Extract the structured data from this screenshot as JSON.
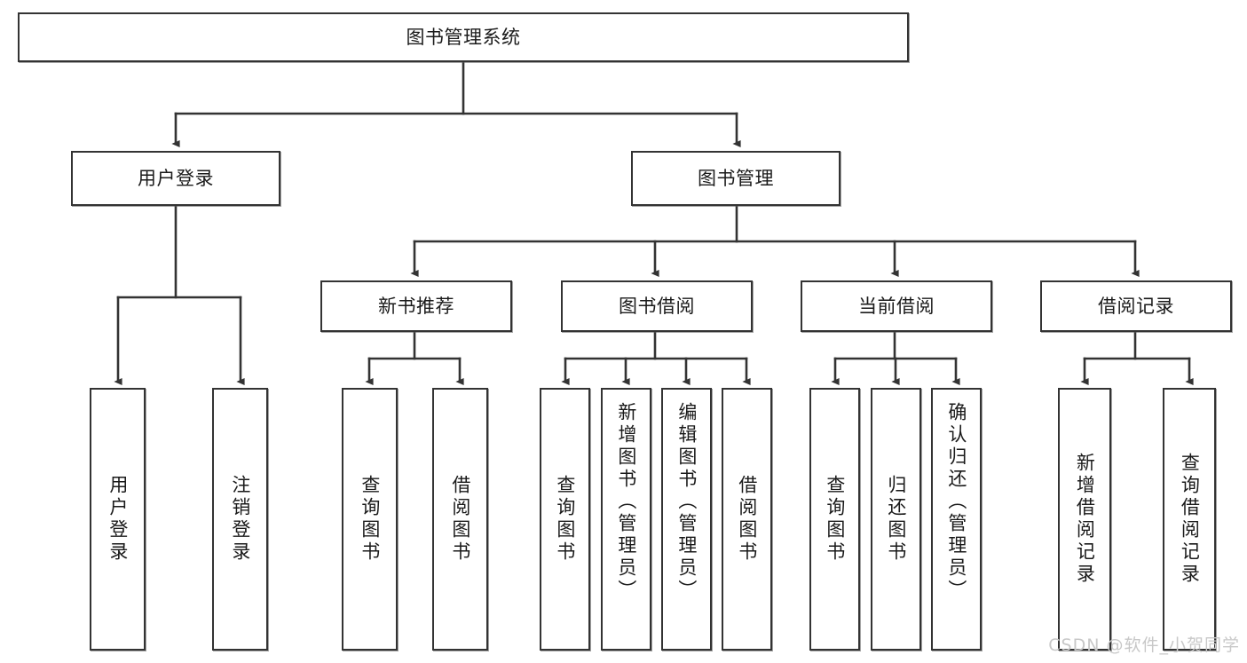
{
  "diagram": {
    "type": "tree-hierarchy-chart",
    "title": "图书管理系统",
    "watermark": "CSDN @软件_小贺同学",
    "colors": {
      "box_border": "#333333",
      "box_fill": "#ffffff",
      "edge": "#333333",
      "text": "#1a1a1a",
      "watermark": "#c8c8c8"
    },
    "levels": [
      {
        "level": 1,
        "nodes": [
          {
            "id": "root",
            "label": "图书管理系统",
            "orientation": "horizontal"
          }
        ]
      },
      {
        "level": 2,
        "nodes": [
          {
            "id": "login",
            "label": "用户登录",
            "orientation": "horizontal",
            "parent": "root"
          },
          {
            "id": "bookmgmt",
            "label": "图书管理",
            "orientation": "horizontal",
            "parent": "root"
          }
        ]
      },
      {
        "level": 3,
        "nodes": [
          {
            "id": "newbook",
            "label": "新书推荐",
            "orientation": "horizontal",
            "parent": "bookmgmt"
          },
          {
            "id": "borrow",
            "label": "图书借阅",
            "orientation": "horizontal",
            "parent": "bookmgmt"
          },
          {
            "id": "current",
            "label": "当前借阅",
            "orientation": "horizontal",
            "parent": "bookmgmt"
          },
          {
            "id": "record",
            "label": "借阅记录",
            "orientation": "horizontal",
            "parent": "bookmgmt"
          }
        ]
      },
      {
        "level": 4,
        "nodes": [
          {
            "id": "leaf1",
            "label": "用户登录",
            "orientation": "vertical",
            "parent": "login"
          },
          {
            "id": "leaf2",
            "label": "注销登录",
            "orientation": "vertical",
            "parent": "login"
          },
          {
            "id": "leaf3",
            "label": "查询图书",
            "orientation": "vertical",
            "parent": "newbook"
          },
          {
            "id": "leaf4",
            "label": "借阅图书",
            "orientation": "vertical",
            "parent": "newbook"
          },
          {
            "id": "leaf5",
            "label": "查询图书",
            "orientation": "vertical",
            "parent": "borrow"
          },
          {
            "id": "leaf6",
            "label": "新增图书（管理员）",
            "orientation": "vertical",
            "parent": "borrow"
          },
          {
            "id": "leaf7",
            "label": "编辑图书（管理员）",
            "orientation": "vertical",
            "parent": "borrow"
          },
          {
            "id": "leaf8",
            "label": "借阅图书",
            "orientation": "vertical",
            "parent": "borrow"
          },
          {
            "id": "leaf9",
            "label": "查询图书",
            "orientation": "vertical",
            "parent": "current"
          },
          {
            "id": "leaf10",
            "label": "归还图书",
            "orientation": "vertical",
            "parent": "current"
          },
          {
            "id": "leaf11",
            "label": "确认归还（管理员）",
            "orientation": "vertical",
            "parent": "current"
          },
          {
            "id": "leaf12",
            "label": "新增借阅记录",
            "orientation": "vertical",
            "parent": "record"
          },
          {
            "id": "leaf13",
            "label": "查询借阅记录",
            "orientation": "vertical",
            "parent": "record"
          }
        ]
      }
    ],
    "edges": [
      {
        "from": "root",
        "to": "login"
      },
      {
        "from": "root",
        "to": "bookmgmt"
      },
      {
        "from": "login",
        "to": "leaf1"
      },
      {
        "from": "login",
        "to": "leaf2"
      },
      {
        "from": "bookmgmt",
        "to": "newbook"
      },
      {
        "from": "bookmgmt",
        "to": "borrow"
      },
      {
        "from": "bookmgmt",
        "to": "current"
      },
      {
        "from": "bookmgmt",
        "to": "record"
      },
      {
        "from": "newbook",
        "to": "leaf3"
      },
      {
        "from": "newbook",
        "to": "leaf4"
      },
      {
        "from": "borrow",
        "to": "leaf5"
      },
      {
        "from": "borrow",
        "to": "leaf6"
      },
      {
        "from": "borrow",
        "to": "leaf7"
      },
      {
        "from": "borrow",
        "to": "leaf8"
      },
      {
        "from": "current",
        "to": "leaf9"
      },
      {
        "from": "current",
        "to": "leaf10"
      },
      {
        "from": "current",
        "to": "leaf11"
      },
      {
        "from": "record",
        "to": "leaf12"
      },
      {
        "from": "record",
        "to": "leaf13"
      }
    ]
  }
}
